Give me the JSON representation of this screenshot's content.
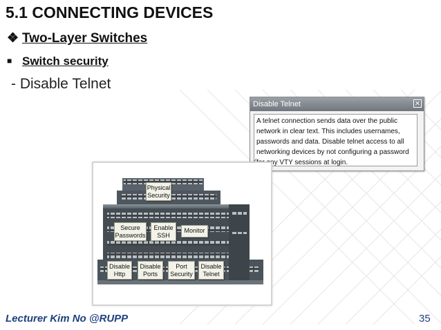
{
  "title": "5.1 CONNECTING DEVICES",
  "heading": {
    "bullet_icon": "diamond-bullet-icon",
    "text": "Two-Layer Switches"
  },
  "subheading": {
    "bullet_icon": "square-bullet-icon",
    "text": "Switch security"
  },
  "point": "- Disable Telnet",
  "popup": {
    "title": "Disable Telnet",
    "close_icon": "close-icon",
    "lines": [
      "A telnet connection sends data over the public",
      "network in clear text. This includes usernames,",
      "passwords and data. Disable telnet access to all",
      "networking devices by not configuring a password",
      "for any VTY sessions at login."
    ]
  },
  "labels": {
    "physical": [
      "Physical",
      "Security"
    ],
    "secure": [
      "Secure",
      "Passwords"
    ],
    "ssh": [
      "Enable",
      "SSH"
    ],
    "monitor": [
      "Monitor"
    ],
    "http": [
      "Disable",
      "Http"
    ],
    "ports": [
      "Disable",
      "Ports"
    ],
    "port_sec": [
      "Port",
      "Security"
    ],
    "telnet": [
      "Disable",
      "Telnet"
    ]
  },
  "footer": "Lecturer Kim No @RUPP",
  "page_number": "35",
  "colors": {
    "footer": "#1f3f7f",
    "switch_body": "#4a5258",
    "label_bg": "#f2f2e8"
  }
}
